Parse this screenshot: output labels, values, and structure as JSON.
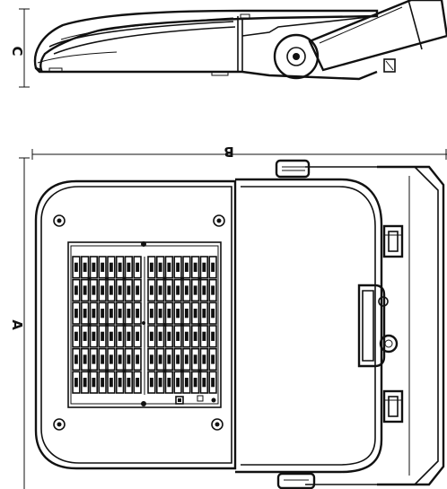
{
  "dimensions": {
    "height_label": "C",
    "length_label": "B",
    "width_label": "A"
  },
  "led_module": {
    "left_bank": {
      "columns": 8,
      "rows": 6
    },
    "right_bank": {
      "columns": 8,
      "rows": 6
    }
  },
  "colors": {
    "line": "#111111",
    "background": "#ffffff"
  }
}
